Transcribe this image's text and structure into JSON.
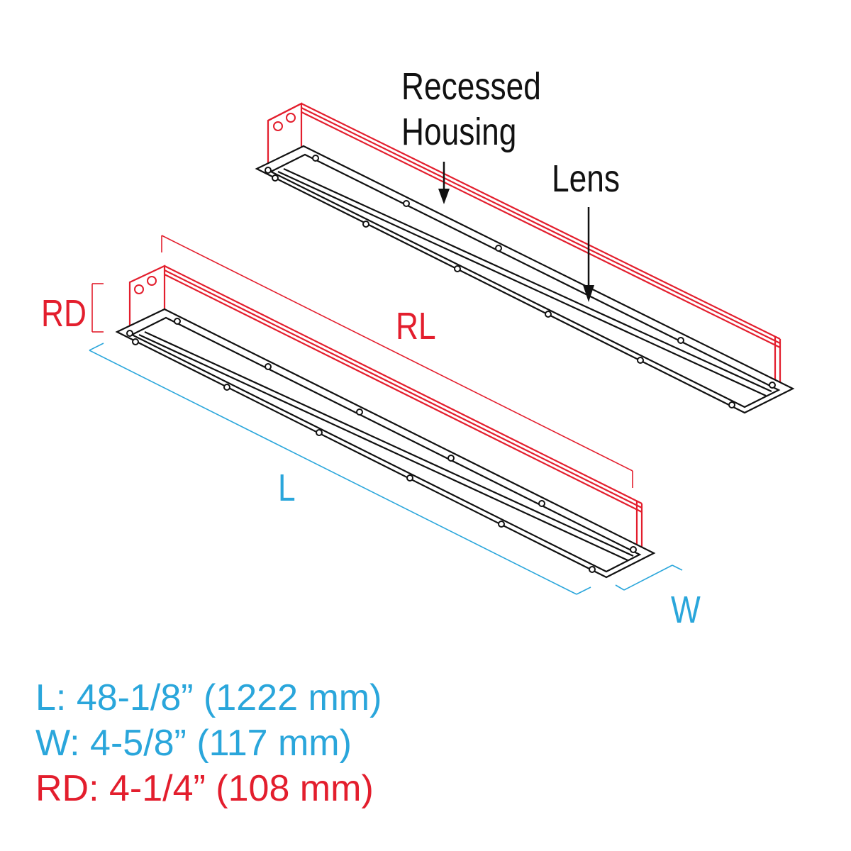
{
  "labels": {
    "recessed_housing": [
      "Recessed",
      "Housing"
    ],
    "lens": "Lens",
    "rd": "RD",
    "rl": "RL",
    "l": "L",
    "w": "W"
  },
  "dimensions": {
    "l": "L: 48-1/8” (1222 mm)",
    "w": "W: 4-5/8” (117 mm)",
    "rd": "RD: 4-1/4” (108 mm)"
  },
  "colors": {
    "outline": "#111111",
    "housing_red": "#e31e2d",
    "dimension_blue": "#2aa6db"
  }
}
